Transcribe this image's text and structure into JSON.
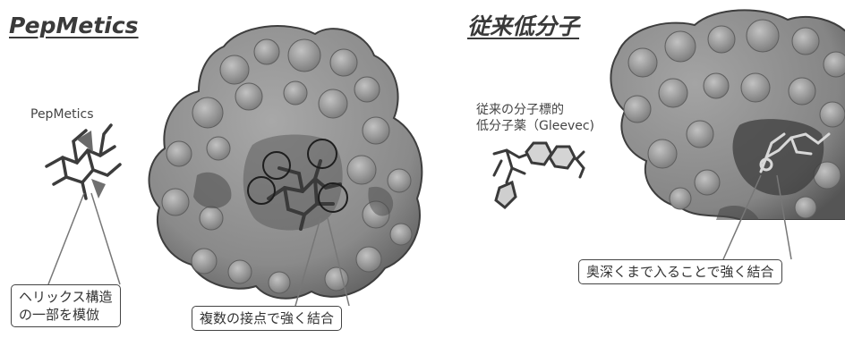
{
  "left_panel": {
    "heading": "PepMetics",
    "molecule_label": "PepMetics",
    "callout_helix": [
      "ヘリックス構造",
      "の一部を模倣"
    ],
    "callout_contacts": "複数の接点で強く結合"
  },
  "right_panel": {
    "heading": "従来低分子",
    "molecule_label": [
      "従来の分子標的",
      "低分子薬（Gleevec)"
    ],
    "callout_deep": "奥深くまで入ることで強く結合"
  },
  "colors": {
    "surface": "#8c8c8c",
    "surface_light": "#b4b4b4",
    "surface_dark": "#4e4e4e",
    "stick": "#3a3a3a",
    "leader": "#777777"
  }
}
